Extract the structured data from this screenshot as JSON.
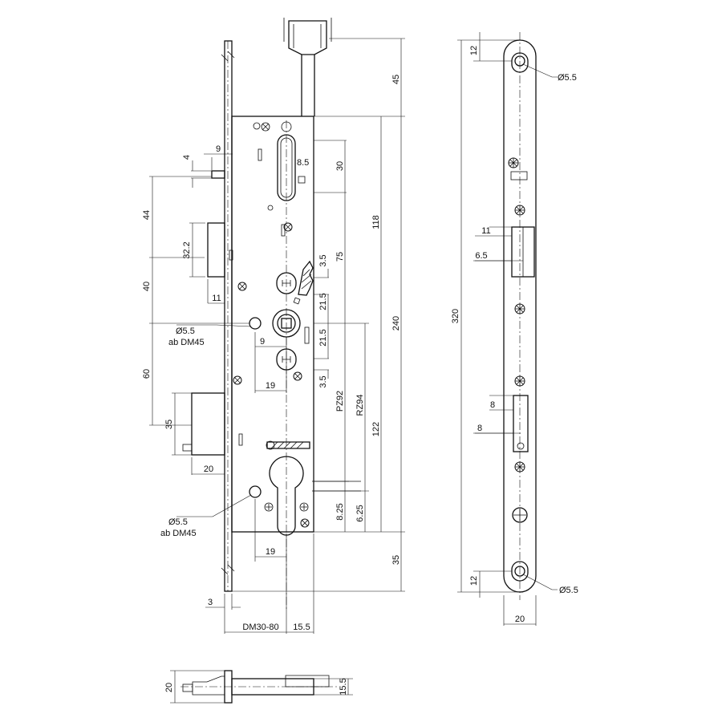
{
  "front_view": {
    "height_overall": "240",
    "height_top_pz": "118",
    "height_cam_top": "75",
    "top_spindle": "45",
    "bottom_extension": "35",
    "cylinder_pz": "122",
    "pz_label": "PZ92",
    "rz_label": "RZ94",
    "pz_lower": "8.25",
    "rz_lower": "6.25",
    "upper_slot_height": "30",
    "upper_slot_width": "8.5",
    "small_bolt_gap": "9",
    "small_bolt_height": "4",
    "latch_offset": "44",
    "latch_height": "32.2",
    "latch_projection": "11",
    "latch_to_follower": "40",
    "follower_to_bolt": "60",
    "bolt_height": "35",
    "bolt_projection": "20",
    "hook_gap": "3.5",
    "follower_pitch_upper": "21.5",
    "follower_pitch_lower": "21.5",
    "follower_hole_gap": "9",
    "follower_hole_offset": "19",
    "lower_bolt_gap": "3.5",
    "cylinder_hole_offset": "19",
    "faceplate_thickness": "3",
    "backset": "DM30-80",
    "cylinder_center": "15.5",
    "hole_upper_diameter": "Ø5.5",
    "hole_upper_note": "ab DM45",
    "hole_lower_diameter": "Ø5.5",
    "hole_lower_note": "ab DM45"
  },
  "side_view": {
    "length": "320",
    "top_hole_offset": "12",
    "bottom_hole_offset": "12",
    "top_hole_diameter": "Ø5.5",
    "bottom_hole_diameter": "Ø5.5",
    "width": "20",
    "latch_window_width": "11",
    "latch_window_offset": "6.5",
    "bolt_window_width": "8",
    "bolt_window_offset": "8"
  },
  "bottom_view": {
    "depth": "20",
    "offset": "15.5"
  }
}
